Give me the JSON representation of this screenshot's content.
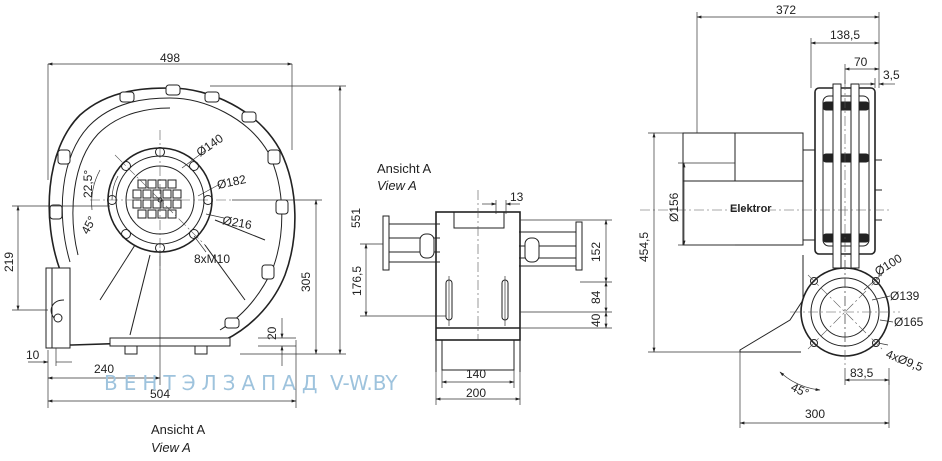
{
  "front_view": {
    "dims": {
      "overall_width": "498",
      "bottom_width": "504",
      "inlet_offset": "240",
      "foot_10": "10",
      "foot_20": "20",
      "height_551": "551",
      "height_305": "305",
      "height_219": "219",
      "dia_140": "Ø140",
      "dia_182": "Ø182",
      "dia_216": "Ø216",
      "bolts": "8xM10",
      "angle_22_5": "22,5°",
      "angle_45": "45°"
    },
    "caption_de": "Ansicht A",
    "caption_en": "View A"
  },
  "view_a": {
    "caption_de": "Ansicht A",
    "caption_en": "View A",
    "dims": {
      "d13": "13",
      "d152": "152",
      "d176_5": "176,5",
      "d84": "84",
      "d40": "40",
      "d140": "140",
      "d200": "200"
    }
  },
  "side_view": {
    "dims": {
      "d372": "372",
      "d138_5": "138,5",
      "d70": "70",
      "d3_5": "3,5",
      "d454_5": "454,5",
      "dia_156": "Ø156",
      "dia_100": "Ø100",
      "dia_139": "Ø139",
      "dia_165": "Ø165",
      "holes": "4xØ9,5",
      "d83_5": "83,5",
      "angle_45": "45°",
      "d300": "300"
    },
    "motor_brand": "Elektror"
  },
  "watermark": {
    "brand": "ВЕНТЭЛЗАПАД",
    "site": "V-W.BY"
  },
  "colors": {
    "line": "#222222",
    "watermark": "#9ec3dd"
  }
}
